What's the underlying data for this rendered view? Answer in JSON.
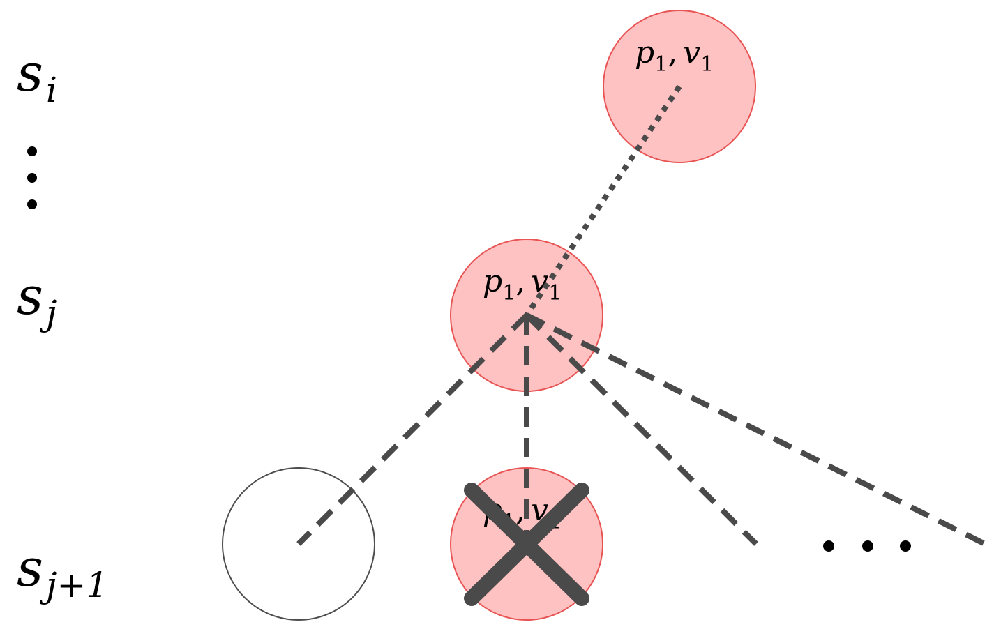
{
  "colors": {
    "node_fill": "#ffc2c2",
    "node_stroke": "#e85454",
    "empty_node_stroke": "#4d4d4d",
    "edge": "#4a4a4a",
    "cross": "#4a4a4a",
    "text": "#000000"
  },
  "row_labels": {
    "si": {
      "base": "s",
      "sub": "i"
    },
    "sj": {
      "base": "s",
      "sub": "j"
    },
    "sj1": {
      "base": "s",
      "sub": "j+1"
    }
  },
  "nodes": {
    "top": {
      "p": "p",
      "p_sub": "1",
      "sep": ",",
      "v": "v",
      "v_sub": "1"
    },
    "middle": {
      "p": "p",
      "p_sub": "1",
      "sep": ",",
      "v": "v",
      "v_sub": "1"
    },
    "crossed": {
      "p": "p",
      "p_sub": "1",
      "sep": ",",
      "v": "v",
      "v_sub": "1"
    }
  }
}
